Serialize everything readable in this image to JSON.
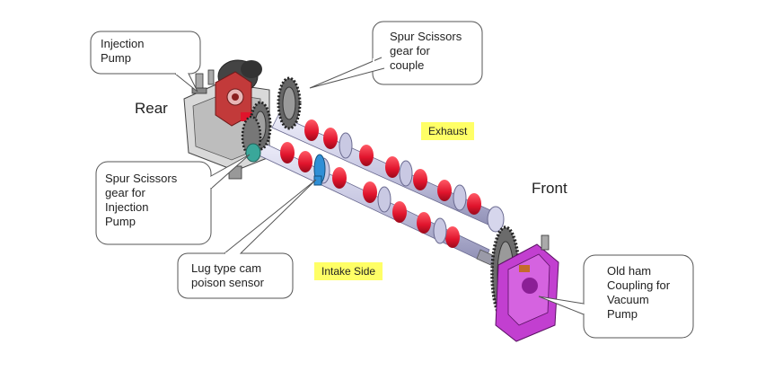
{
  "labels": {
    "rear": "Rear",
    "front": "Front",
    "exhaust": "Exhaust",
    "intake_side": "Intake Side"
  },
  "callouts": {
    "injection_pump": "Injection\nPump",
    "spur_couple": "Spur Scissors\ngear for\ncouple",
    "spur_injection": "Spur Scissors\ngear for\nInjection\nPump",
    "lug_sensor": "Lug type cam\npoison sensor",
    "oldham": "Old ham\nCoupling for\nVacuum\nPump"
  },
  "colors": {
    "shaft": "#c9c9e3",
    "lobe": "#e0142c",
    "pump": "#c23a3a",
    "vacuum_pump": "#c23fd0",
    "sensor": "#2f8fd6",
    "gear": "#555555",
    "highlight": "#ffff66"
  }
}
